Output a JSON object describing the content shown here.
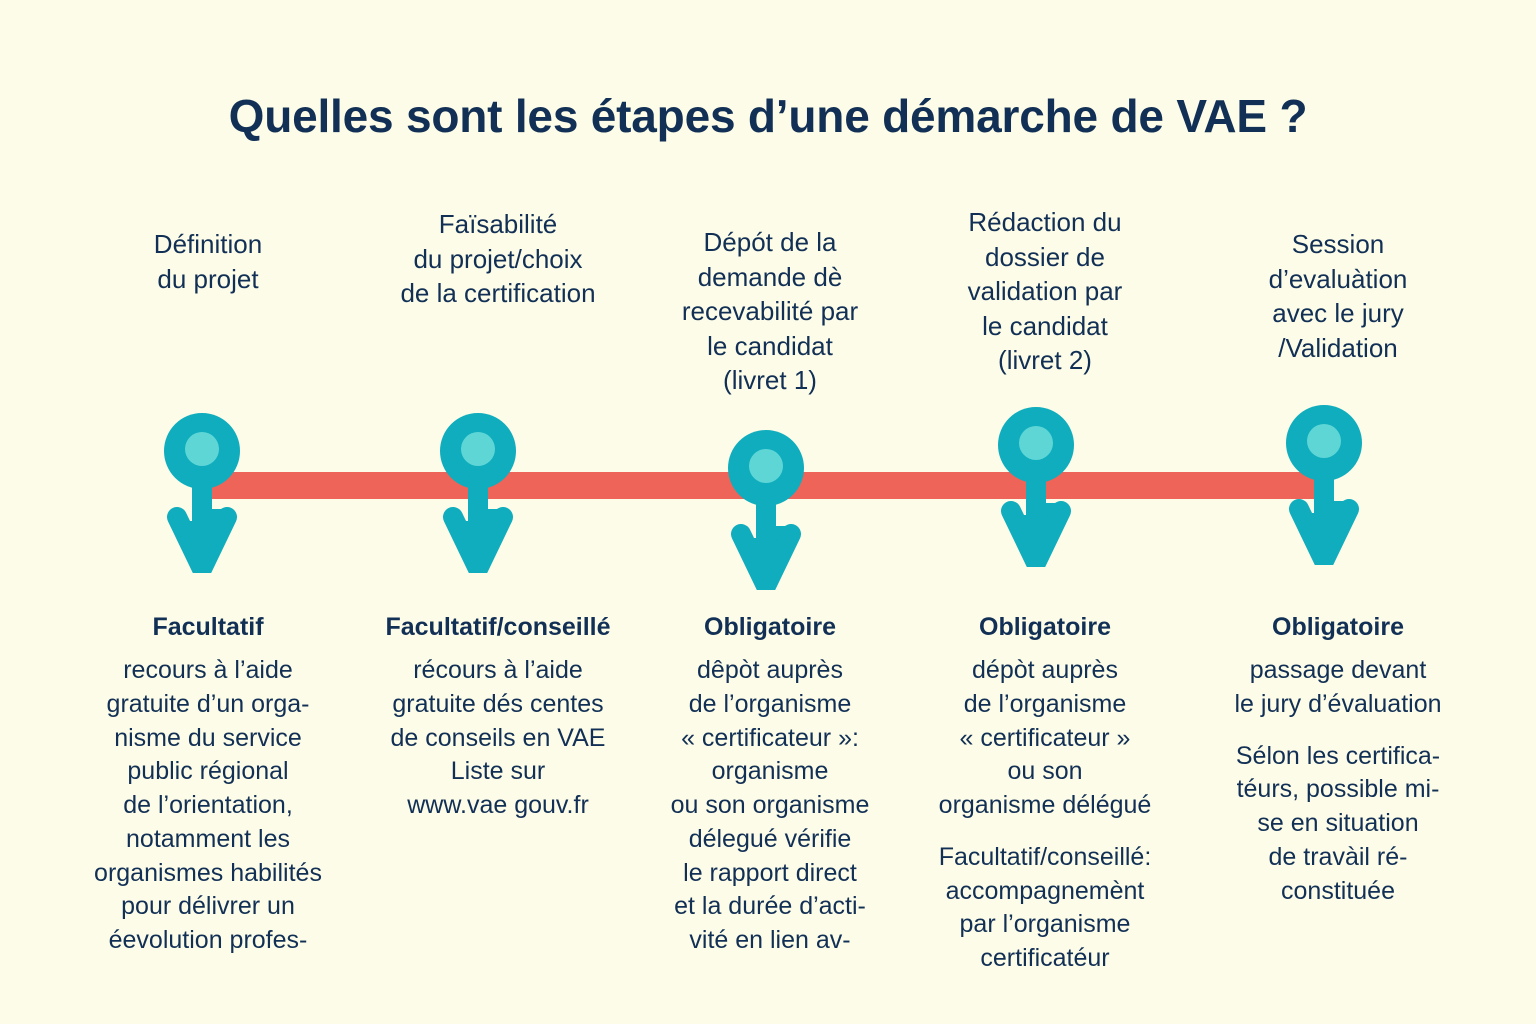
{
  "page": {
    "title": "Quelles sont les étapes d’une démarche de VAE ?",
    "background_color": "#FDFCE8",
    "text_color": "#123055",
    "timeline_color": "#EE6459",
    "pin_color": "#0FADBD",
    "pin_inner_color": "#5FD6D6"
  },
  "steps": [
    {
      "index": "1",
      "header": "Définition\ndu projet",
      "header_lines": [
        "Définition",
        "du projet"
      ],
      "status": "Facultatif",
      "detail_blocks": [
        {
          "lines": [
            "recours à l’aide",
            "gratuite d’un orga-",
            "nisme du service",
            "public régional",
            "de l’orientation,",
            "notamment les",
            "organismes habilités",
            "pour délivrer un",
            "éevolution profes-"
          ]
        }
      ]
    },
    {
      "index": "2",
      "header": "Faïsabilité\ndu projet/choix\nde la certification",
      "header_lines": [
        "Faïsabilité",
        "du projet/choix",
        "de la certification"
      ],
      "status": "Facultatif/conseillé",
      "detail_blocks": [
        {
          "lines": [
            "récours à l’aide",
            "gratuite dés centes",
            "de conseils en VAE",
            "Liste sur",
            "www.vae gouv.fr"
          ]
        }
      ]
    },
    {
      "index": "3",
      "header": "Dépót de la\ndemande dè\nrecevabilité par\nle candidat\n(livret 1)",
      "header_lines": [
        "Dépót de la",
        "demande dè",
        "recevabilité par",
        "le candidat",
        "(livret 1)"
      ],
      "status": "Obligatoire",
      "detail_blocks": [
        {
          "lines": [
            "dêpòt auprès",
            "de l’organisme",
            "« certificateur »:",
            "organisme",
            "ou son organisme",
            "délegué vérifie",
            "le rapport direct",
            "et la durée d’acti-",
            "vité en lien av-"
          ]
        }
      ]
    },
    {
      "index": "4",
      "header": "Rédaction du\ndossier de\nvalidation par\nle candidat\n(livret 2)",
      "header_lines": [
        "Rédaction du",
        "dossier de",
        "validation par",
        "le candidat",
        "(livret 2)"
      ],
      "status": "Obligatoire",
      "detail_blocks": [
        {
          "lines": [
            "dépòt auprès",
            "de l’organisme",
            "« certificateur »",
            "ou son",
            "organisme délégué"
          ]
        },
        {
          "lines": [
            "Facultatif/conseillé:",
            "accompagnemènt",
            "par l’organisme",
            "certificatéur"
          ]
        }
      ]
    },
    {
      "index": "5",
      "header": "Session\nd’evaluàtion\navec le jury\n/Validation",
      "header_lines": [
        "Session",
        "d’evaluàtion",
        "avec le jury",
        "/Validation"
      ],
      "status": "Obligatoire",
      "detail_blocks": [
        {
          "lines": [
            "passage devant",
            "le jury d’évaluation"
          ]
        },
        {
          "lines": [
            "Sélon les certifica-",
            "téurs, possible mi-",
            "se en situation",
            "de travàil ré-",
            "constituée"
          ]
        }
      ]
    }
  ]
}
